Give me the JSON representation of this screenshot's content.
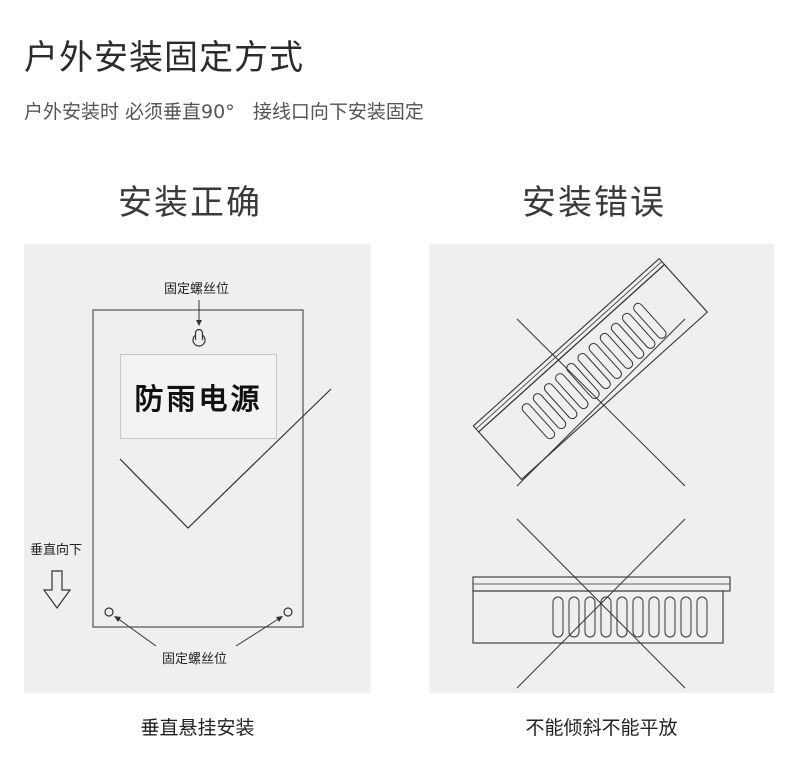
{
  "header": {
    "title": "户外安装固定方式",
    "subtitle": "户外安装时 必须垂直90°   接线口向下安装固定"
  },
  "correct": {
    "heading": "安装正确",
    "device_label": "防雨电源",
    "screw_top_note": "固定螺丝位",
    "screw_bottom_note": "固定螺丝位",
    "direction_note": "垂直向下",
    "caption": "垂直悬挂安装"
  },
  "wrong": {
    "heading": "安装错误",
    "caption": "不能倾斜不能平放"
  },
  "colors": {
    "panel_background": "#efefef",
    "line": "#333333"
  }
}
